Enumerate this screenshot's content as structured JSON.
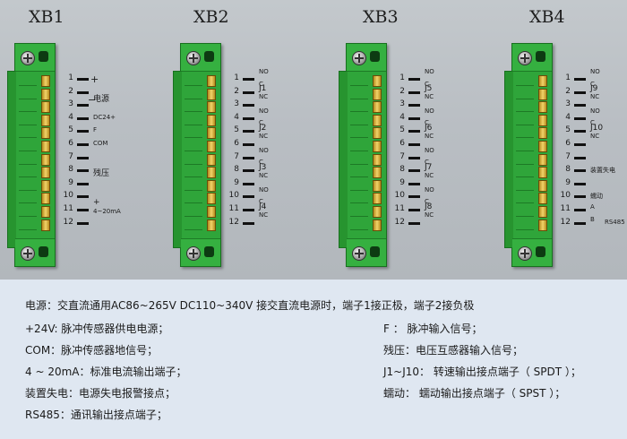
{
  "blocks": [
    {
      "title": "XB1",
      "terminals": [
        "1",
        "2",
        "3",
        "4",
        "5",
        "6",
        "7",
        "8",
        "9",
        "10",
        "11",
        "12"
      ],
      "signals": [
        {
          "text": "+",
          "style": "l"
        },
        {
          "text": "电源",
          "style": "m"
        },
        {
          "text": "−",
          "style": "l"
        },
        {
          "text": "DC24+",
          "style": "s"
        },
        {
          "text": "F",
          "style": "s"
        },
        {
          "text": "COM",
          "style": "s"
        },
        {
          "text": "残压",
          "style": "m"
        },
        {
          "text": "+",
          "style": "m"
        },
        {
          "text": "4~20mA",
          "style": "s"
        }
      ]
    },
    {
      "title": "XB2",
      "terminals": [
        "1",
        "2",
        "3",
        "4",
        "5",
        "6",
        "7",
        "8",
        "9",
        "10",
        "11",
        "12"
      ],
      "signals": [
        {
          "text": "NO",
          "style": "s"
        },
        {
          "text": "J1",
          "style": "m"
        },
        {
          "text": "C",
          "style": "s"
        },
        {
          "text": "NC",
          "style": "s"
        },
        {
          "text": "NO",
          "style": "s"
        },
        {
          "text": "J2",
          "style": "m"
        },
        {
          "text": "C",
          "style": "s"
        },
        {
          "text": "NC",
          "style": "s"
        },
        {
          "text": "NO",
          "style": "s"
        },
        {
          "text": "J3",
          "style": "m"
        },
        {
          "text": "C",
          "style": "s"
        },
        {
          "text": "NC",
          "style": "s"
        },
        {
          "text": "NO",
          "style": "s"
        },
        {
          "text": "J4",
          "style": "m"
        },
        {
          "text": "C",
          "style": "s"
        },
        {
          "text": "NC",
          "style": "s"
        }
      ]
    },
    {
      "title": "XB3",
      "terminals": [
        "1",
        "2",
        "3",
        "4",
        "5",
        "6",
        "7",
        "8",
        "9",
        "10",
        "11",
        "12"
      ],
      "signals": [
        {
          "text": "NO",
          "style": "s"
        },
        {
          "text": "J5",
          "style": "m"
        },
        {
          "text": "C",
          "style": "s"
        },
        {
          "text": "NC",
          "style": "s"
        },
        {
          "text": "NO",
          "style": "s"
        },
        {
          "text": "J6",
          "style": "m"
        },
        {
          "text": "C",
          "style": "s"
        },
        {
          "text": "NC",
          "style": "s"
        },
        {
          "text": "NO",
          "style": "s"
        },
        {
          "text": "J7",
          "style": "m"
        },
        {
          "text": "C",
          "style": "s"
        },
        {
          "text": "NC",
          "style": "s"
        },
        {
          "text": "NO",
          "style": "s"
        },
        {
          "text": "J8",
          "style": "m"
        },
        {
          "text": "C",
          "style": "s"
        },
        {
          "text": "NC",
          "style": "s"
        }
      ]
    },
    {
      "title": "XB4",
      "terminals": [
        "1",
        "2",
        "3",
        "4",
        "5",
        "6",
        "7",
        "8",
        "9",
        "10",
        "11",
        "12"
      ],
      "signals": [
        {
          "text": "NO",
          "style": "s"
        },
        {
          "text": "J9",
          "style": "m"
        },
        {
          "text": "C",
          "style": "s"
        },
        {
          "text": "NC",
          "style": "s"
        },
        {
          "text": "NO",
          "style": "s"
        },
        {
          "text": "J10",
          "style": "m"
        },
        {
          "text": "C",
          "style": "s"
        },
        {
          "text": "NC",
          "style": "s"
        },
        {
          "text": "装置失电",
          "style": "s"
        },
        {
          "text": "蠕动",
          "style": "s"
        },
        {
          "text": "A",
          "style": "s"
        },
        {
          "text": "B",
          "style": "s"
        },
        {
          "text": "RS485",
          "style": "s"
        }
      ]
    }
  ],
  "legend": [
    "电源：交直流通用AC86~265V    DC110~340V   接交直流电源时，端子1接正极，端子2接负极",
    "+24V:    脉冲传感器供电电源；",
    "F ：   脉冲输入信号；",
    "COM：脉冲传感器地信号；",
    "残压：电压互感器输入信号；",
    "4 ~ 20mA：标准电流输出端子；",
    "J1~J10：  转速输出接点端子（ SPDT ）；",
    "装置失电：电源失电报警接点；",
    "蠕动：    蠕动输出接点端子（ SPST ）；",
    "RS485：通讯输出接点端子；"
  ]
}
